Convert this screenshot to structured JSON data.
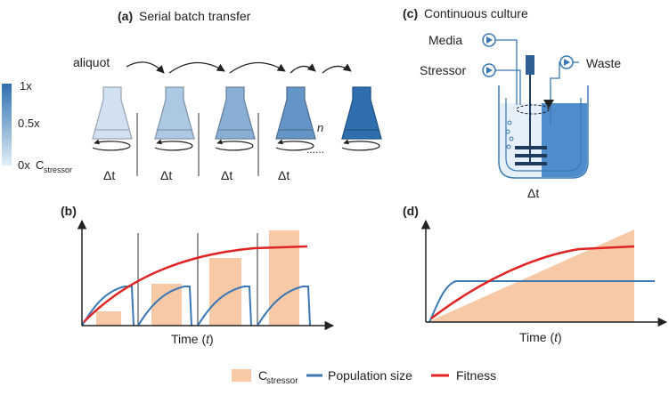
{
  "panel_a": {
    "label": "(a)",
    "title": "Serial batch transfer",
    "aliquot": "aliquot",
    "dt": "Δt",
    "n": "n",
    "dots": "......"
  },
  "panel_c": {
    "label": "(c)",
    "title": "Continuous culture",
    "media": "Media",
    "stressor": "Stressor",
    "waste": "Waste",
    "dt": "Δt"
  },
  "colorbar": {
    "top": "1x",
    "mid": "0.5x",
    "bottom": "0x",
    "c_main": "C",
    "c_sub": "stressor",
    "color_low": "#dde9f6",
    "color_high": "#2f6fb0"
  },
  "panel_b": {
    "label": "(b)",
    "xlabel_main": "Time (",
    "xlabel_var": "t",
    "xlabel_end": ")"
  },
  "panel_d": {
    "label": "(d)",
    "xlabel_main": "Time (",
    "xlabel_var": "t",
    "xlabel_end": ")"
  },
  "legend": {
    "stressor_main": "C",
    "stressor_sub": "stressor",
    "population": "Population size",
    "fitness": "Fitness"
  },
  "colors": {
    "stressor_fill": "#f7c9a6",
    "population": "#3a78b5",
    "fitness": "#e02424"
  },
  "flask_levels": [
    0.1,
    0.3,
    0.5,
    0.7,
    1.0
  ]
}
